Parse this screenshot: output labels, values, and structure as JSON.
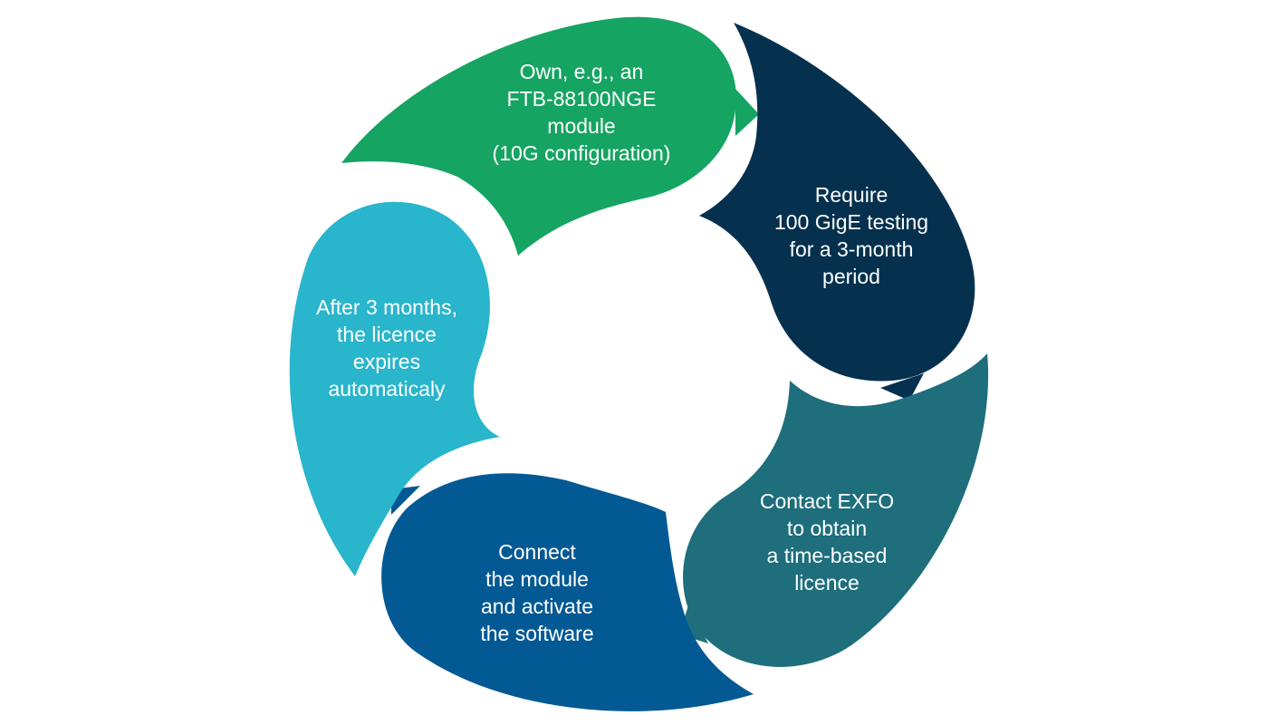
{
  "colors": {
    "background": "#ffffff",
    "green": "#16a462",
    "navy": "#05314f",
    "teal": "#1e6e7c",
    "blue": "#035994",
    "cyan": "#29b5cb",
    "text": "#ffffff"
  },
  "steps": [
    {
      "lines": [
        "Own, e.g., an",
        "FTB-88100NGE",
        "module",
        "(10G configuration)"
      ]
    },
    {
      "lines": [
        "Require",
        "100 GigE testing",
        "for a 3-month",
        "period"
      ]
    },
    {
      "lines": [
        "Contact EXFO",
        "to obtain",
        "a time-based",
        "licence"
      ]
    },
    {
      "lines": [
        "Connect",
        "the module",
        "and activate",
        "the software"
      ]
    },
    {
      "lines": [
        "After 3 months,",
        "the licence",
        "expires",
        "automaticaly"
      ]
    }
  ]
}
